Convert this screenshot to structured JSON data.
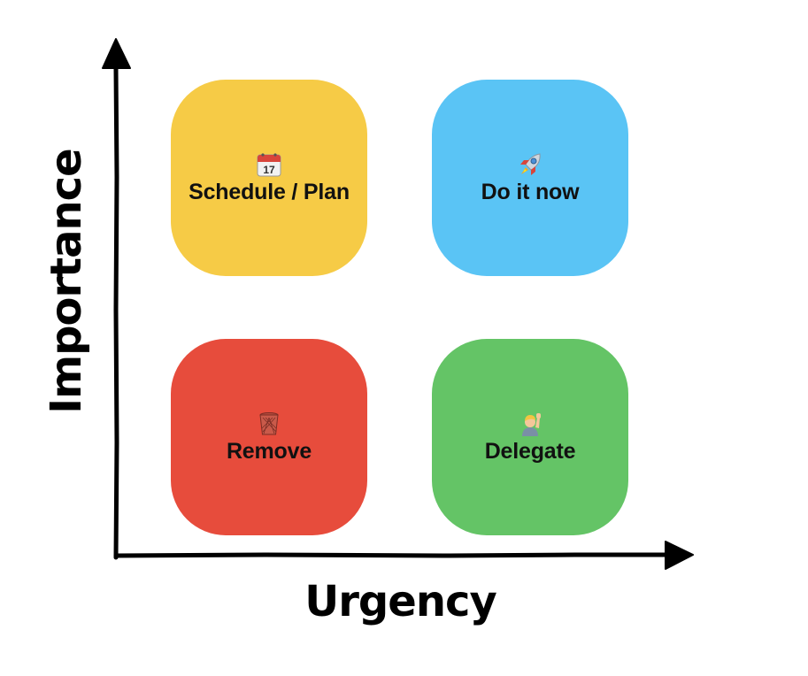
{
  "axes": {
    "x_label": "Urgency",
    "y_label": "Importance"
  },
  "quadrants": [
    {
      "label": "Schedule / Plan",
      "icon": "calendar-icon",
      "color": "#F6CB46"
    },
    {
      "label": "Do it now",
      "icon": "rocket-icon",
      "color": "#5AC4F5"
    },
    {
      "label": "Remove",
      "icon": "wastebasket-icon",
      "color": "#E74C3C"
    },
    {
      "label": "Delegate",
      "icon": "person-raising-hand-icon",
      "color": "#64C466"
    }
  ]
}
